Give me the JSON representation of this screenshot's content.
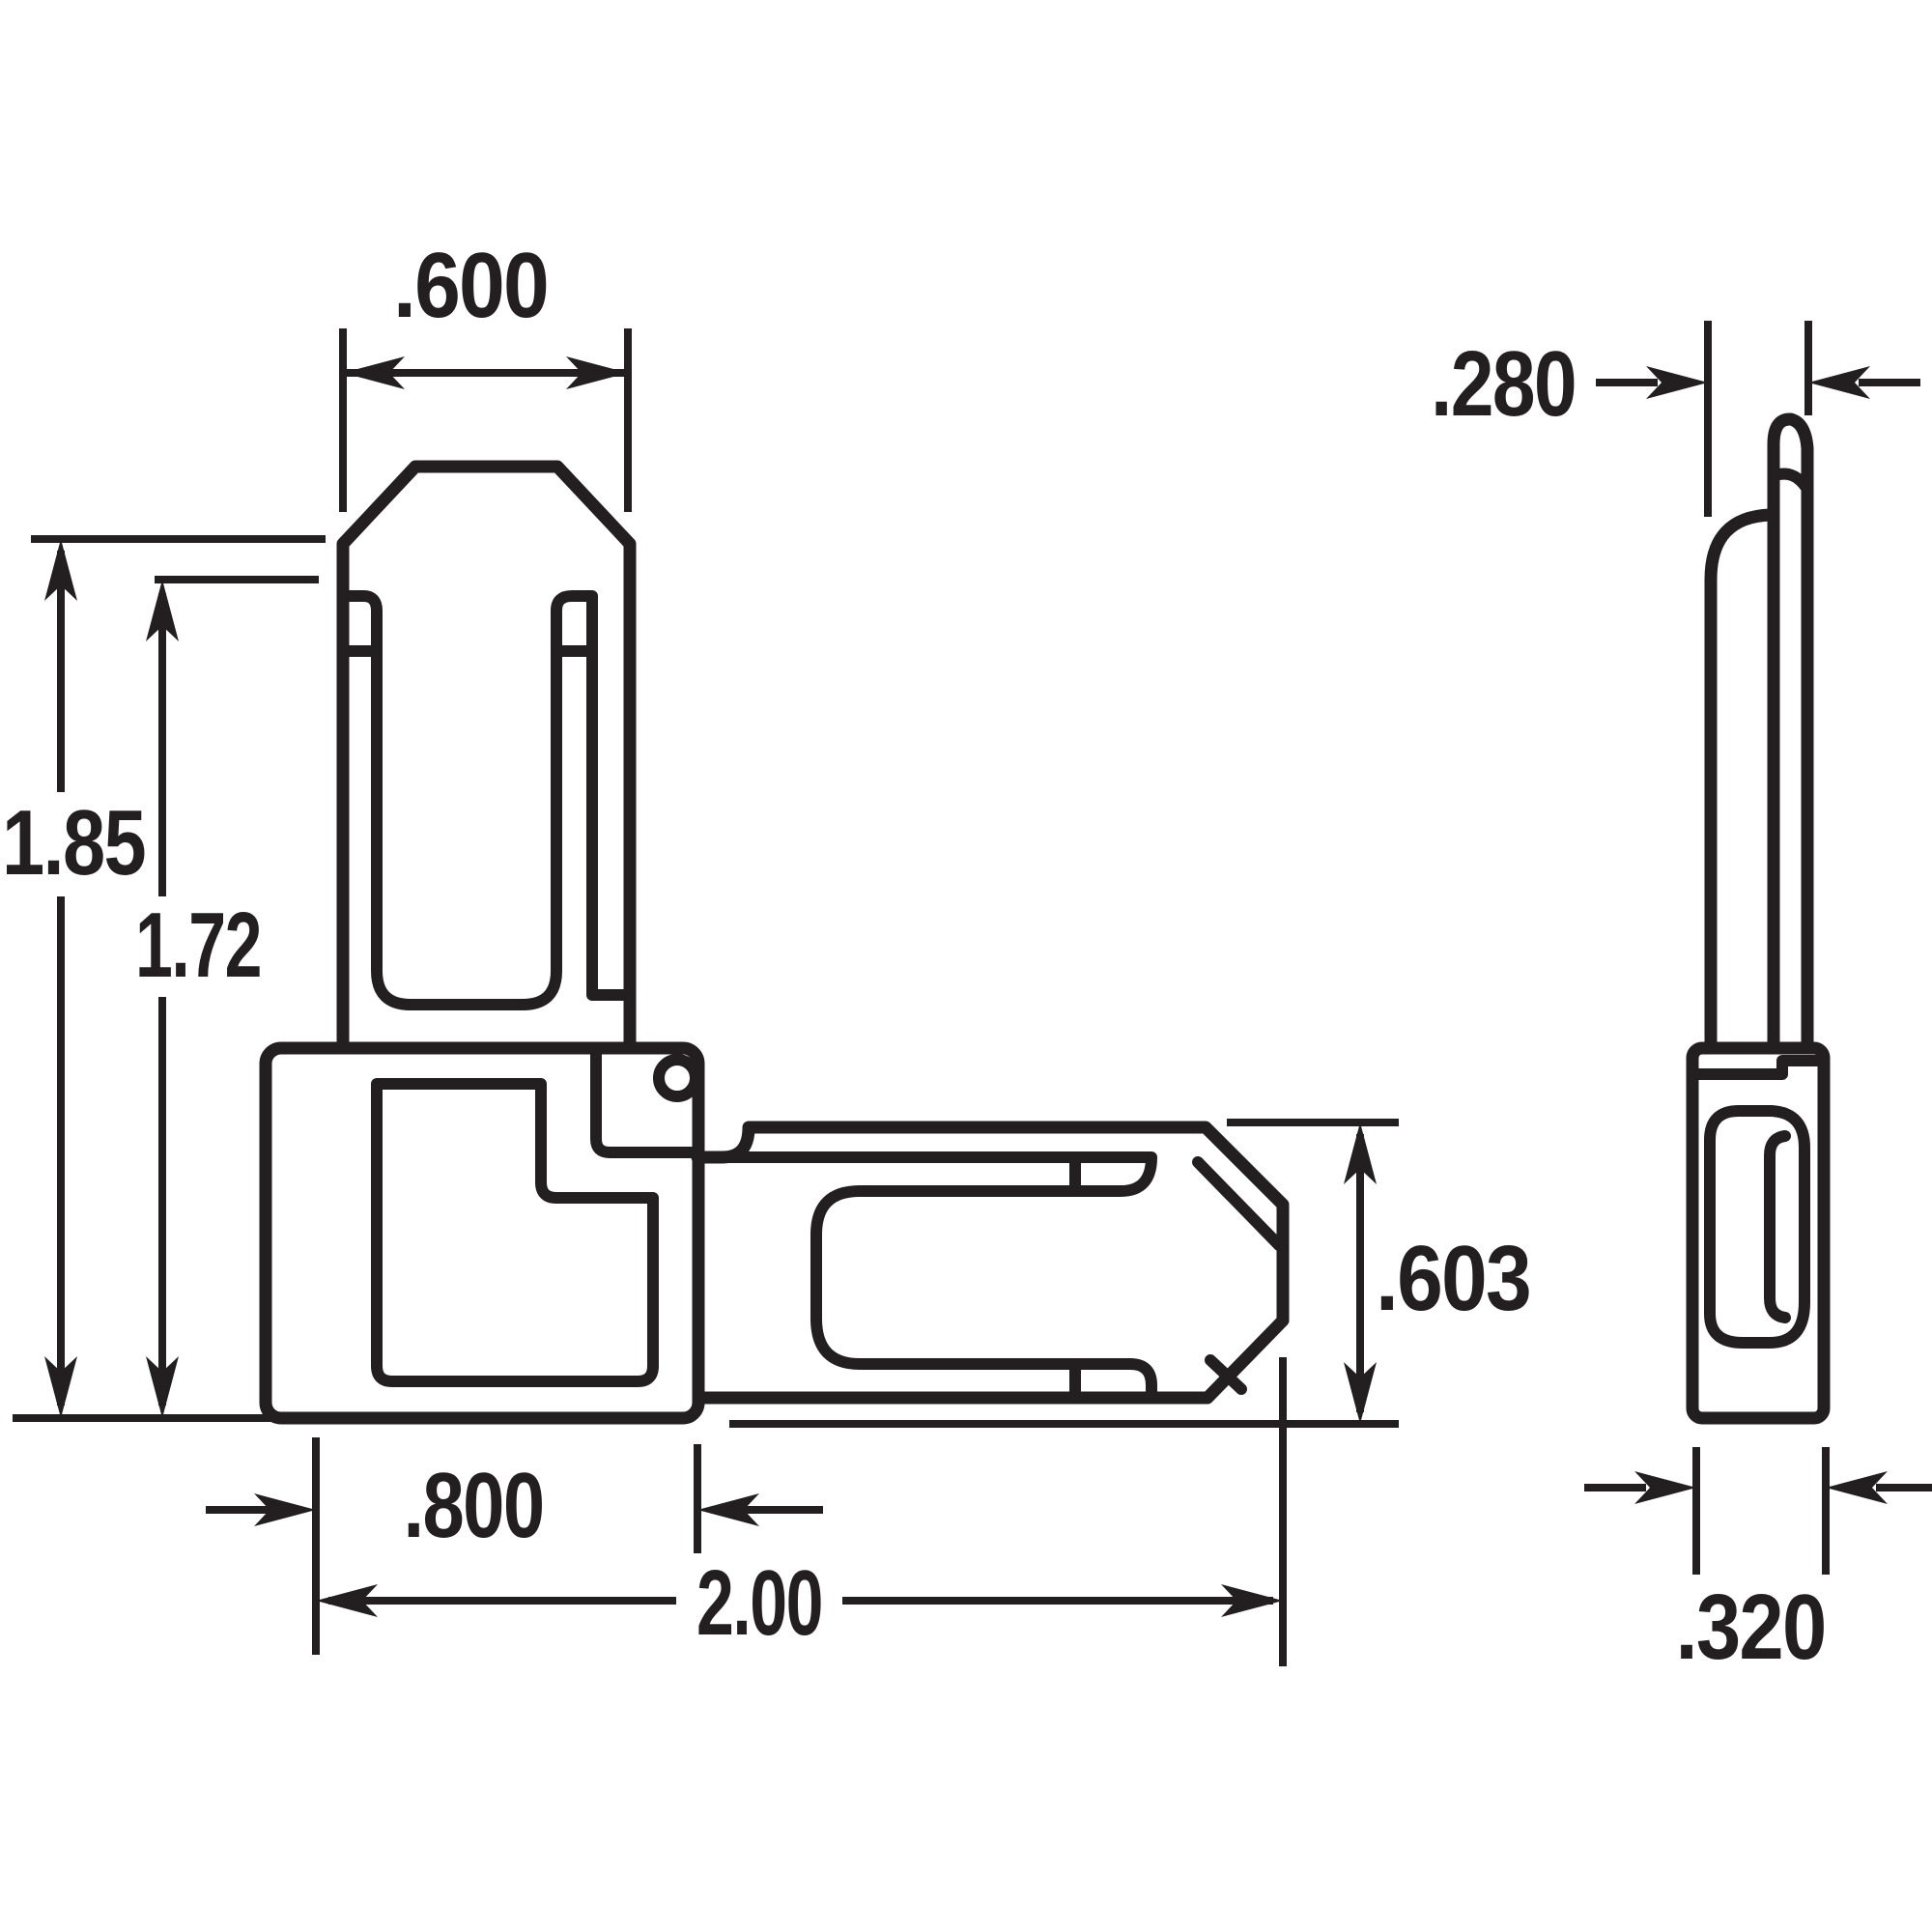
{
  "drawing": {
    "kind": "technical-dimension-drawing",
    "line_color": "#231f20",
    "background_color": "#ffffff",
    "front_view": {
      "name": "front-view",
      "dimensions": {
        "top_width": ".600",
        "overall_height": "1.85",
        "inner_height": "1.72",
        "base_width": ".800",
        "overall_width": "2.00",
        "arm_height": ".603"
      }
    },
    "side_view": {
      "name": "side-view",
      "dimensions": {
        "blade_thickness": ".280",
        "base_thickness": ".320"
      }
    }
  }
}
